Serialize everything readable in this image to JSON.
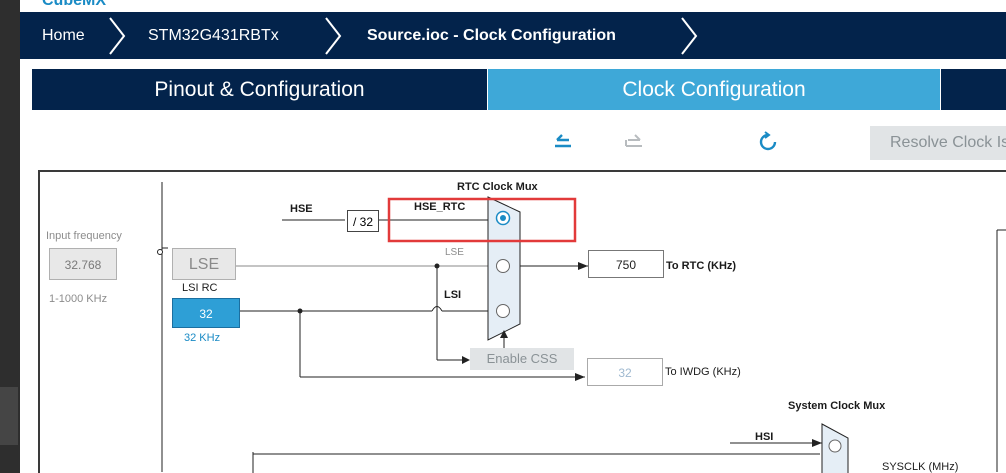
{
  "app": {
    "brand": "CubeMX"
  },
  "breadcrumb": {
    "home": "Home",
    "device": "STM32G431RBTx",
    "page": "Source.ioc - Clock Configuration"
  },
  "tabs": [
    {
      "label": "Pinout & Configuration",
      "active": false
    },
    {
      "label": "Clock Configuration",
      "active": true
    }
  ],
  "toolbar": {
    "resolve_label": "Resolve Clock Issues"
  },
  "diagram": {
    "input_frequency_label": "Input frequency",
    "lse_input_value": "32.768",
    "lse_input_range": "1-1000 KHz",
    "lse_label": "LSE",
    "lsi_rc_label": "LSI RC",
    "lsi_value": "32",
    "lsi_khz": "32 KHz",
    "hse_label": "HSE",
    "divider": "/ 32",
    "hse_rtc_label": "HSE_RTC",
    "rtc_mux_title": "RTC Clock Mux",
    "lse_line_label": "LSE",
    "lsi_line_label": "LSI",
    "enable_css_label": "Enable CSS",
    "rtc_value": "750",
    "to_rtc_label": "To RTC (KHz)",
    "iwdg_value": "32",
    "to_iwdg_label": "To IWDG (KHz)",
    "sysclk_mux_title": "System Clock Mux",
    "hsi_label": "HSI",
    "sysclk_label": "SYSCLK (MHz)"
  },
  "colors": {
    "navy": "#03234b",
    "accent": "#3ea8d8",
    "highlight": "#e23a3a",
    "lsi_fill": "#2e9fd6"
  }
}
